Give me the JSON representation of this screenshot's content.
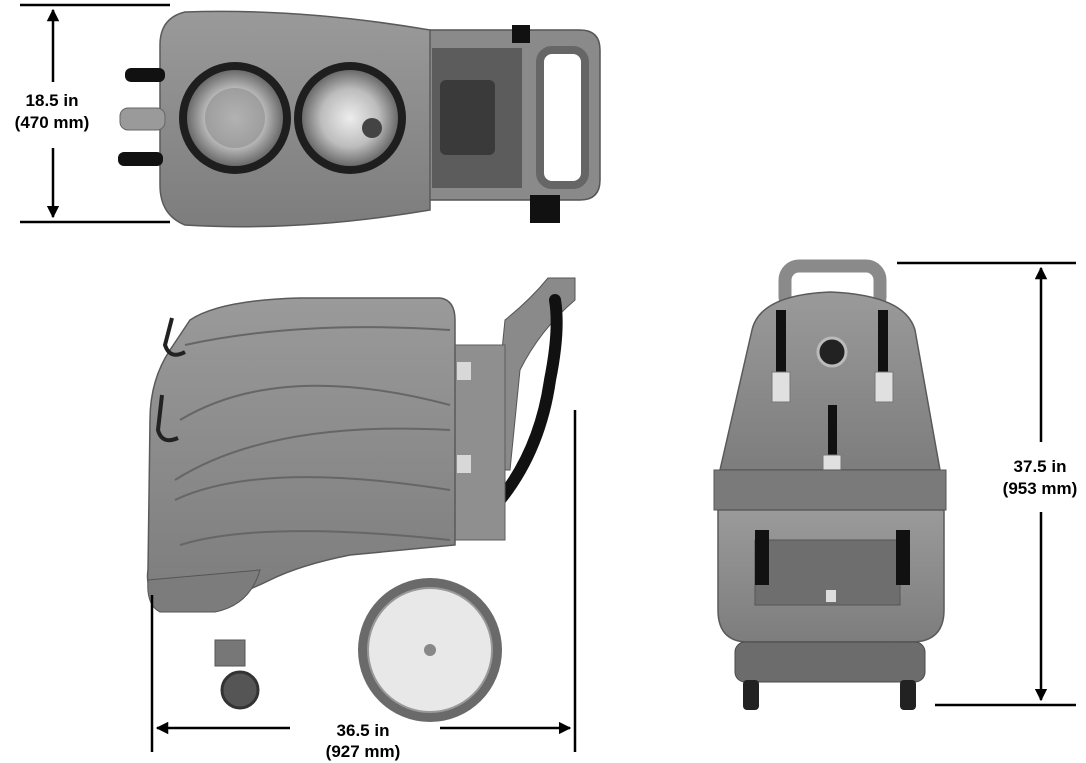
{
  "dimensions": {
    "width_top": {
      "value": "18.5 in",
      "metric": "(470 mm)"
    },
    "height_front": {
      "value": "37.5 in",
      "metric": "(953 mm)"
    },
    "length_side": {
      "value": "36.5 in",
      "metric": "(927 mm)"
    }
  },
  "colors": {
    "body": "#8d8d8d",
    "body_dark": "#6f6f6f",
    "body_light": "#a4a4a4",
    "black": "#111111",
    "wheel": "#e6e6e6",
    "line": "#000000"
  }
}
